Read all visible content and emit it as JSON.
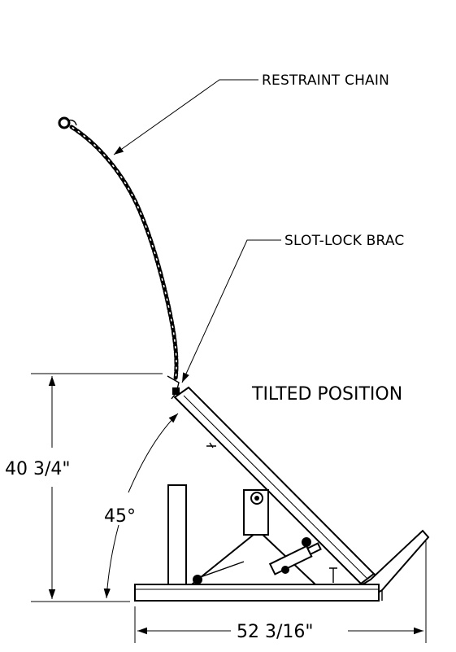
{
  "callouts": {
    "restraint_chain": "RESTRAINT CHAIN",
    "slot_lock_bracket": "SLOT-LOCK BRAC",
    "tilted_position": "TILTED POSITION"
  },
  "dimensions": {
    "height": "40 3/4\"",
    "width": "52 3/16\"",
    "angle": "45°"
  },
  "colors": {
    "ink": "#000000",
    "paper": "#ffffff"
  }
}
